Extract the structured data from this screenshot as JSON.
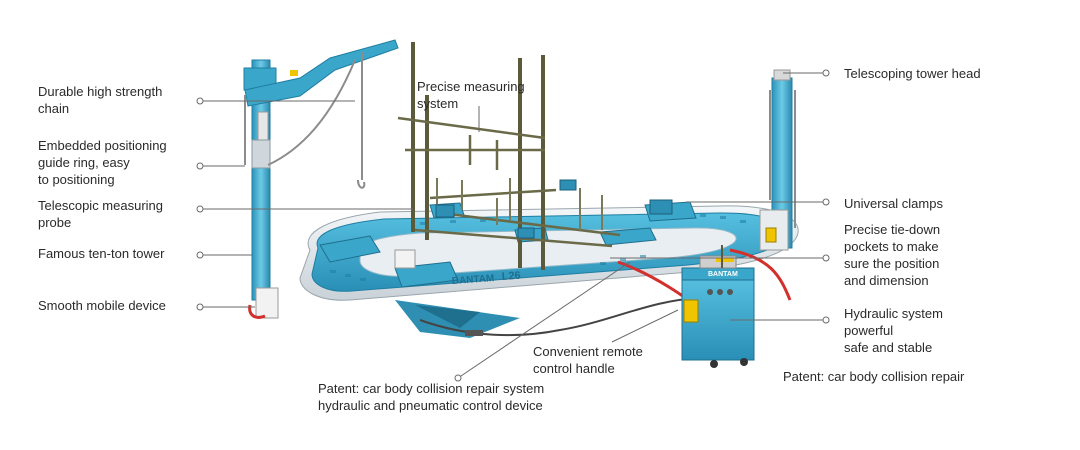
{
  "callouts_left": [
    "Durable high strength\nchain",
    "Embedded positioning\nguide ring, easy\nto positioning",
    "Telescopic measuring\nprobe",
    "Famous ten-ton tower",
    "Smooth mobile device"
  ],
  "callouts_right": [
    "Telescoping tower head",
    "Universal clamps",
    "Precise tie-down\npockets to make\nsure the position\nand dimension",
    "Hydraulic system\npowerful\nsafe and stable"
  ],
  "callouts_center": {
    "measuring": "Precise measuring\nsystem",
    "remote": "Convenient remote\ncontrol handle",
    "patent_main": "Patent: car body collision repair system\nhydraulic and pneumatic control device",
    "patent_right": "Patent: car body collision repair"
  },
  "machine": {
    "model": "L26",
    "brand": "BANTAM",
    "pump_brand": "BANTAM"
  },
  "colors": {
    "frame": "#3aa6c9",
    "frame_dark": "#1f7ea3",
    "base": "#e9eef2",
    "posts": "#5b5a3a",
    "chain": "#8c8c8c",
    "leader": "#6a6a6a",
    "hose": "#d2302c"
  }
}
